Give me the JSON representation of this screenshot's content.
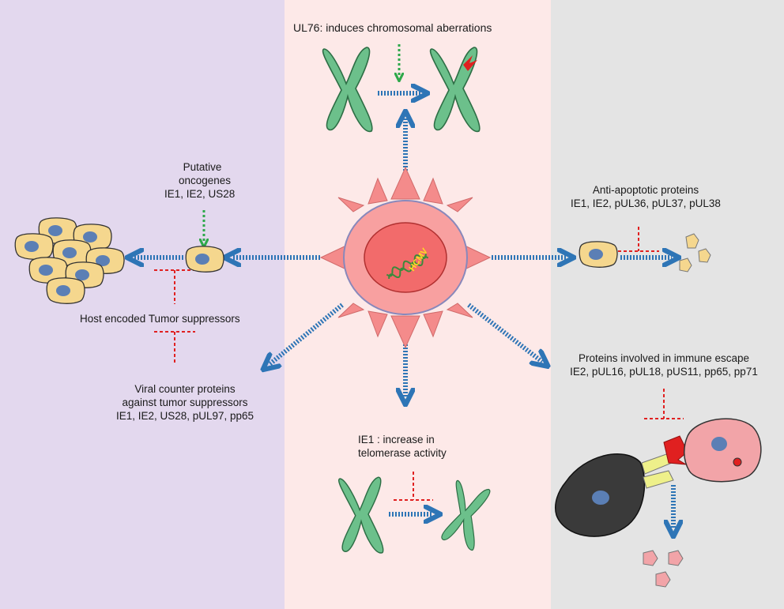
{
  "labels": {
    "ul76": "UL76: induces chromosomal aberrations",
    "putative_line1": "Putative",
    "putative_line2": "oncogenes",
    "putative_line3": "IE1, IE2, US28",
    "host_suppressors": "Host encoded Tumor suppressors",
    "viral_counter_line1": "Viral counter proteins",
    "viral_counter_line2": "against tumor suppressors",
    "viral_counter_line3": "IE1, IE2, US28,  pUL97, pp65",
    "anti_apoptotic_line1": "Anti-apoptotic proteins",
    "anti_apoptotic_line2": "IE1, IE2, pUL36, pUL37, pUL38",
    "immune_escape_line1": "Proteins involved in immune escape",
    "immune_escape_line2": "IE2, pUL16, pUL18, pUS11,  pp65,  pp71",
    "telomerase_line1": "IE1 :  increase in",
    "telomerase_line2": "telomerase activity",
    "virus": "HCMV"
  },
  "colors": {
    "left_panel": "#e3d8ee",
    "center_panel": "#fde9e8",
    "right_panel": "#e4e4e4",
    "chromosome": "#6cc08b",
    "arrow_blue": "#2e75b6",
    "arrow_green": "#2ea84a",
    "inhibit_red": "#e02020",
    "cell_fill": "#f5d78e",
    "nucleus": "#5b7fb5",
    "virus_spike": "#f48b8b"
  }
}
